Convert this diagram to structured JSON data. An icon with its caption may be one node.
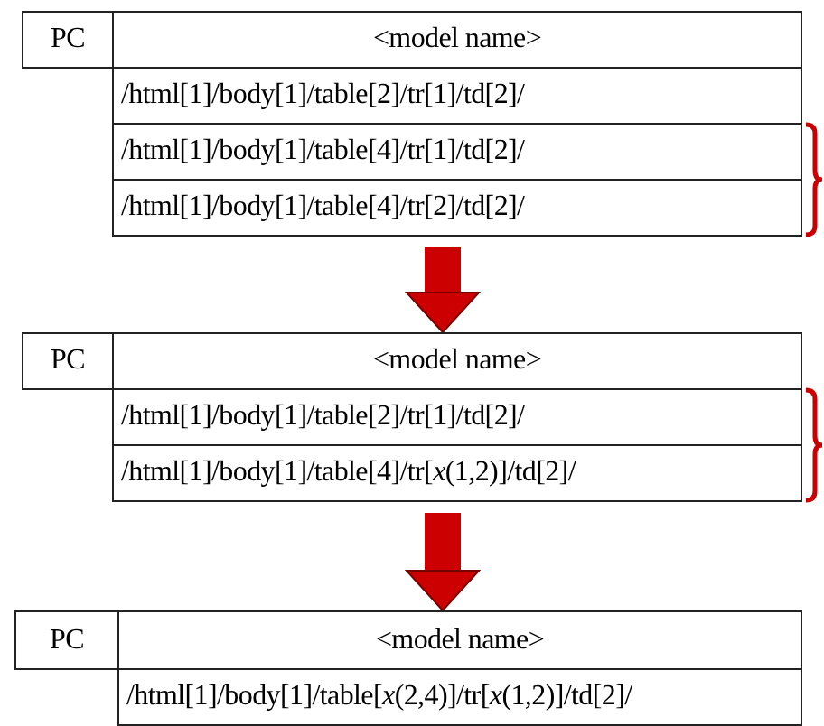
{
  "diagram": {
    "nodes": [
      {
        "text": [
          "PC"
        ]
      },
      {
        "text": [
          "<model name>"
        ]
      },
      {
        "text": [
          "/html[1]/body[1]/table[2]/tr[1]/td[2]/"
        ]
      },
      {
        "text": [
          "/html[1]/body[1]/table[4]/tr[1]/td[2]/"
        ]
      },
      {
        "text": [
          "/html[1]/body[1]/table[4]/tr[2]/td[2]/"
        ]
      },
      {
        "text": [
          "PC"
        ]
      },
      {
        "text": [
          "<model name>"
        ]
      },
      {
        "text": [
          "/html[1]/body[1]/table[2]/tr[1]/td[2]/"
        ]
      },
      {
        "text": [
          "/html[1]/body[1]/table[4]/tr[*x*(1,2)]/td[2]/"
        ]
      },
      {
        "text": [
          "PC"
        ]
      },
      {
        "text": [
          "<model name>"
        ]
      },
      {
        "text": [
          "/html[1]/body[1]/table[*x*(2,4)]/tr[*x*(1,2)]/td[2]/"
        ]
      }
    ],
    "edges": [
      {
        "from": 4,
        "to": 6,
        "arrow": "to"
      },
      {
        "from": 8,
        "to": 10,
        "arrow": "to"
      }
    ]
  }
}
